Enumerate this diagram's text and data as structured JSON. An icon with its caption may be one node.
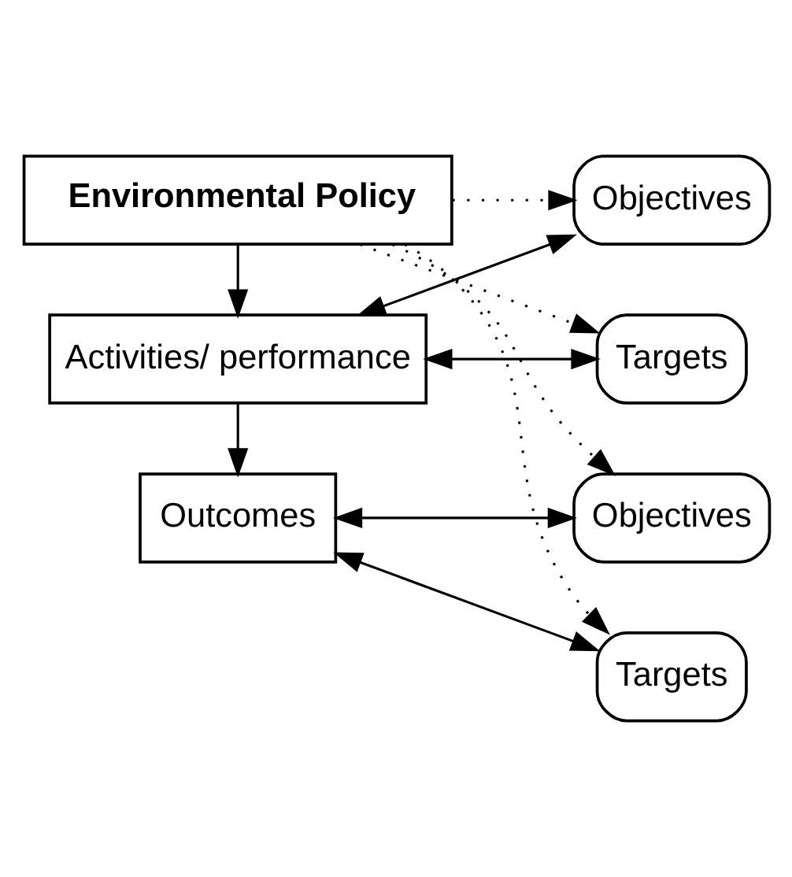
{
  "diagram": {
    "nodes": [
      {
        "text": [
          "Environmental Policy"
        ]
      },
      {
        "text": [
          "Activities/ performance"
        ]
      },
      {
        "text": [
          "Objectives"
        ]
      },
      {
        "text": [
          "Targets"
        ]
      },
      {
        "text": [
          "Outcomes"
        ]
      },
      {
        "text": [
          "Objectives"
        ]
      },
      {
        "text": [
          "Targets"
        ]
      }
    ],
    "edges": [
      {
        "from": 0,
        "to": 1,
        "arrow": "to"
      },
      {
        "from": 1,
        "to": 2,
        "arrow": "both"
      },
      {
        "from": 1,
        "to": 3,
        "arrow": "both"
      },
      {
        "from": 1,
        "to": 4,
        "arrow": "to"
      },
      {
        "from": 4,
        "to": 5,
        "arrow": "both"
      },
      {
        "from": 4,
        "to": 6,
        "arrow": "both"
      },
      {
        "from": 0,
        "to": 2,
        "arrow": "to",
        "style": "dashed"
      },
      {
        "from": 0,
        "to": 3,
        "arrow": "to",
        "style": "dashed"
      },
      {
        "from": 0,
        "to": 5,
        "arrow": "to",
        "style": "dashed"
      },
      {
        "from": 0,
        "to": 6,
        "arrow": "to",
        "style": "dashed"
      }
    ]
  }
}
